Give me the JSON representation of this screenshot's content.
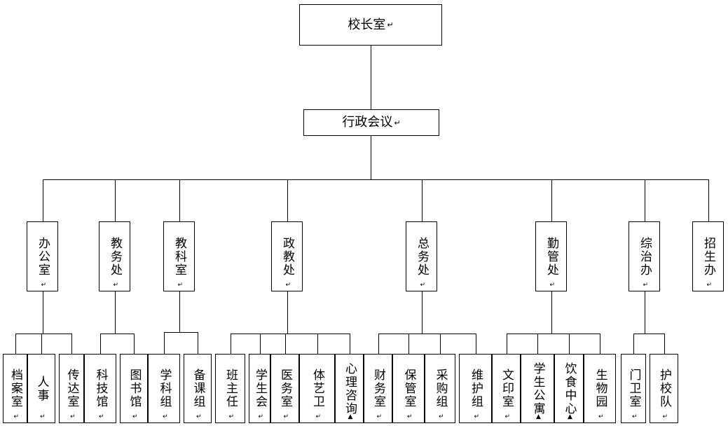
{
  "root": {
    "label": "校长室",
    "para_mark": "↵"
  },
  "council": {
    "label": "行政会议",
    "para_mark": "↵"
  },
  "departments": [
    {
      "label": "办公室",
      "mark": "↵",
      "children": [
        {
          "label": "档案室",
          "mark": "↵"
        },
        {
          "label": "人事",
          "mark": "↵"
        },
        {
          "label": "传达室",
          "mark": "↵"
        }
      ]
    },
    {
      "label": "教务处",
      "mark": "↵",
      "children": [
        {
          "label": "科技馆",
          "mark": "↵"
        },
        {
          "label": "图书馆",
          "mark": "↵"
        }
      ]
    },
    {
      "label": "教科室",
      "mark": "↵",
      "children": [
        {
          "label": "学科组",
          "mark": "↵"
        },
        {
          "label": "备课组",
          "mark": "↵"
        }
      ]
    },
    {
      "label": "政教处",
      "mark": "↵",
      "children": [
        {
          "label": "班主任",
          "mark": "↵"
        },
        {
          "label": "学生会",
          "mark": "↵"
        },
        {
          "label": "医务室",
          "mark": "↵"
        },
        {
          "label": "体艺卫",
          "mark": "↵"
        },
        {
          "label": "心理咨询",
          "mark": "▲"
        }
      ]
    },
    {
      "label": "总务处",
      "mark": "↵",
      "children": [
        {
          "label": "财务室",
          "mark": "↵"
        },
        {
          "label": "保管室",
          "mark": "↵"
        },
        {
          "label": "采购组",
          "mark": "↵"
        },
        {
          "label": "维护组",
          "mark": "↵"
        }
      ]
    },
    {
      "label": "勤管处",
      "mark": "↵",
      "children": [
        {
          "label": "文印室",
          "mark": "↵"
        },
        {
          "label": "学生公寓",
          "mark": "▲"
        },
        {
          "label": "饮食中心",
          "mark": "▲"
        },
        {
          "label": "生物园",
          "mark": "↵"
        }
      ]
    },
    {
      "label": "综治办",
      "mark": "↵",
      "children": [
        {
          "label": "门卫室",
          "mark": "↵"
        },
        {
          "label": "护校队",
          "mark": "↵"
        }
      ]
    },
    {
      "label": "招生办",
      "mark": "↵",
      "children": []
    }
  ]
}
